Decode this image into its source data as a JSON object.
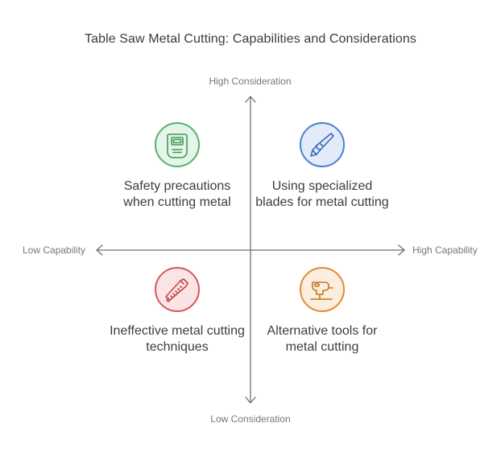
{
  "title": "Table Saw Metal Cutting: Capabilities and Considerations",
  "axes": {
    "top": "High Consideration",
    "bottom": "Low Consideration",
    "left": "Low Capability",
    "right": "High Capability"
  },
  "quadrants": {
    "top_left": {
      "text": "Safety precautions when cutting metal",
      "icon": "welding-mask-icon",
      "color": "#54b46a"
    },
    "top_right": {
      "text": "Using specialized blades for metal cutting",
      "icon": "blade-knife-icon",
      "color": "#4d7fd0"
    },
    "bottom_left": {
      "text": "Ineffective metal cutting techniques",
      "icon": "hacksaw-icon",
      "color": "#d35a5a"
    },
    "bottom_right": {
      "text": "Alternative tools for metal cutting",
      "icon": "jigsaw-icon",
      "color": "#e38a32"
    }
  }
}
